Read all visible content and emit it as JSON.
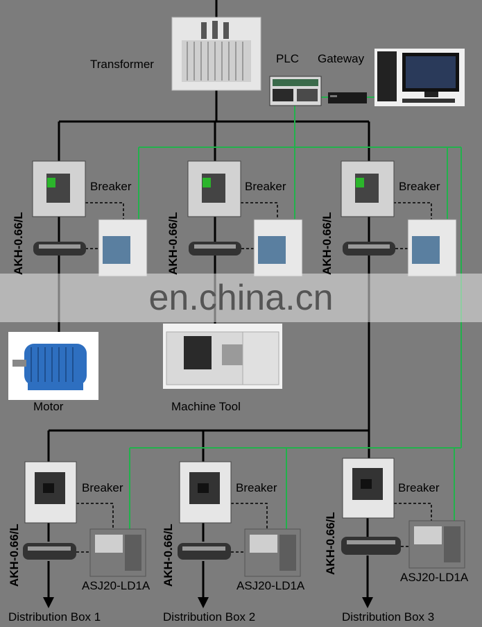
{
  "labels": {
    "transformer": "Transformer",
    "plc": "PLC",
    "gateway": "Gateway",
    "breaker": "Breaker",
    "akh": "AKH-0.66/L",
    "motor": "Motor",
    "machine_tool": "Machine Tool",
    "asj": "ASJ20-LD1A",
    "dist1": "Distribution Box 1",
    "dist2": "Distribution Box 2",
    "dist3": "Distribution Box 3"
  },
  "watermark": "en.china.cn",
  "colors": {
    "background": "#7c7c7c",
    "power_line": "#000000",
    "comm_line": "#22b14c"
  }
}
